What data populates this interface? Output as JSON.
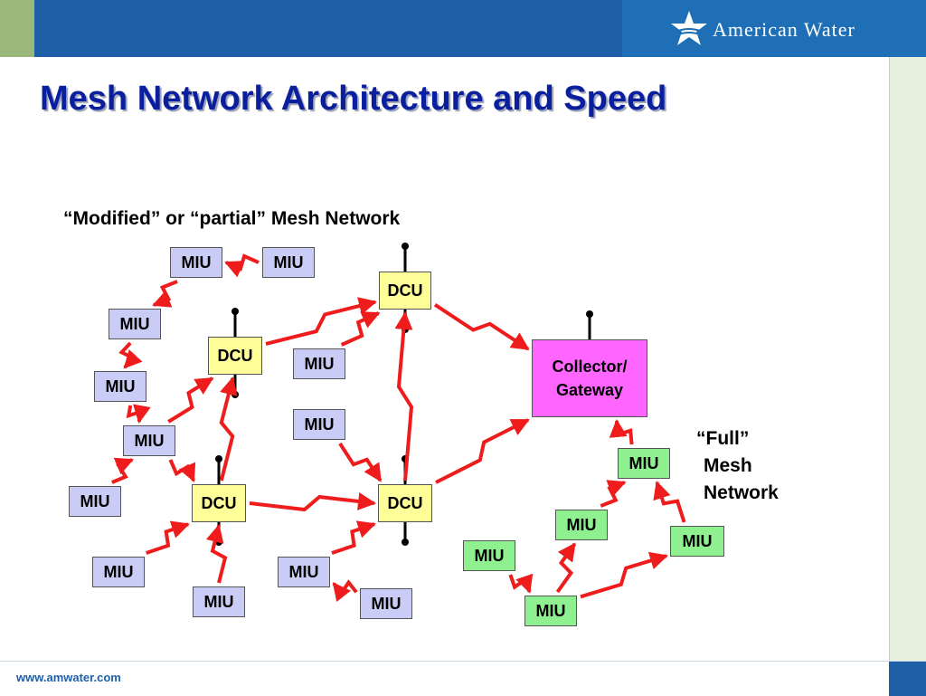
{
  "header": {
    "brand": "American Water",
    "url": "www.amwater.com"
  },
  "slide": {
    "title": "Mesh Network Architecture and Speed",
    "partial_label": "“Modified” or “partial” Mesh Network",
    "full_label": [
      "“Full”",
      "Mesh",
      "Network"
    ]
  },
  "colors": {
    "title": "#0a1f9e",
    "link": "#ee1c1c",
    "miu_partial": "#c9cdf5",
    "miu_full": "#8ef08e",
    "dcu": "#ffff99",
    "collector": "#ff66ff",
    "header_blue": "#1f5fa8"
  },
  "nodes": [
    {
      "id": "miu1",
      "type": "MIU",
      "label": "MIU"
    },
    {
      "id": "miu2",
      "type": "MIU",
      "label": "MIU"
    },
    {
      "id": "miu3",
      "type": "MIU",
      "label": "MIU"
    },
    {
      "id": "miu4",
      "type": "MIU",
      "label": "MIU"
    },
    {
      "id": "miu5",
      "type": "MIU",
      "label": "MIU"
    },
    {
      "id": "miu6",
      "type": "MIU",
      "label": "MIU"
    },
    {
      "id": "miu7",
      "type": "MIU",
      "label": "MIU"
    },
    {
      "id": "miu8",
      "type": "MIU",
      "label": "MIU"
    },
    {
      "id": "miu9",
      "type": "MIU",
      "label": "MIU"
    },
    {
      "id": "miu10",
      "type": "MIU",
      "label": "MIU"
    },
    {
      "id": "miu11",
      "type": "MIU",
      "label": "MIU"
    },
    {
      "id": "miu12",
      "type": "MIU",
      "label": "MIU"
    },
    {
      "id": "dcu1",
      "type": "DCU",
      "label": "DCU"
    },
    {
      "id": "dcu2",
      "type": "DCU",
      "label": "DCU"
    },
    {
      "id": "dcu3",
      "type": "DCU",
      "label": "DCU"
    },
    {
      "id": "dcu4",
      "type": "DCU",
      "label": "DCU"
    },
    {
      "id": "coll",
      "type": "Collector",
      "label": "Collector/ Gateway"
    },
    {
      "id": "g1",
      "type": "MIU-full",
      "label": "MIU"
    },
    {
      "id": "g2",
      "type": "MIU-full",
      "label": "MIU"
    },
    {
      "id": "g3",
      "type": "MIU-full",
      "label": "MIU"
    },
    {
      "id": "g4",
      "type": "MIU-full",
      "label": "MIU"
    },
    {
      "id": "g5",
      "type": "MIU-full",
      "label": "MIU"
    }
  ],
  "links": [
    {
      "from": "miu2",
      "to": "miu1"
    },
    {
      "from": "miu1",
      "to": "miu3"
    },
    {
      "from": "miu3",
      "to": "miu4"
    },
    {
      "from": "miu4",
      "to": "miu5"
    },
    {
      "from": "miu5",
      "to": "dcu2"
    },
    {
      "from": "miu6",
      "to": "miu5"
    },
    {
      "from": "miu5",
      "to": "dcu3"
    },
    {
      "from": "miu7",
      "to": "dcu3"
    },
    {
      "from": "miu8",
      "to": "dcu3"
    },
    {
      "from": "dcu3",
      "to": "dcu2"
    },
    {
      "from": "dcu2",
      "to": "dcu1"
    },
    {
      "from": "miu9",
      "to": "dcu1"
    },
    {
      "from": "dcu1",
      "to": "coll"
    },
    {
      "from": "miu10",
      "to": "dcu4"
    },
    {
      "from": "dcu3",
      "to": "dcu4"
    },
    {
      "from": "miu11",
      "to": "dcu4"
    },
    {
      "from": "miu12",
      "to": "miu11"
    },
    {
      "from": "dcu4",
      "to": "dcu1"
    },
    {
      "from": "dcu4",
      "to": "coll"
    },
    {
      "from": "g1",
      "to": "coll"
    },
    {
      "from": "g2",
      "to": "g1"
    },
    {
      "from": "g3",
      "to": "g1"
    },
    {
      "from": "g4",
      "to": "g5"
    },
    {
      "from": "g5",
      "to": "g2"
    },
    {
      "from": "g5",
      "to": "g3"
    }
  ]
}
